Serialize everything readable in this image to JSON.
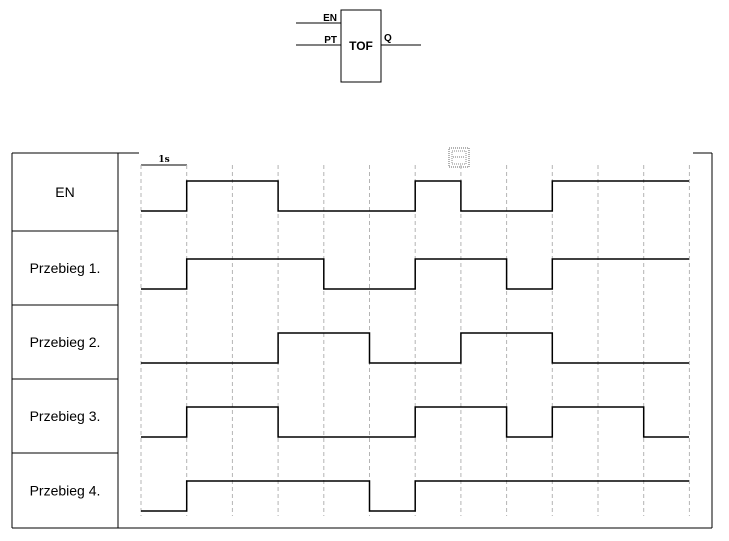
{
  "block": {
    "name": "TOF",
    "inputs": [
      "EN",
      "PT"
    ],
    "output": "Q"
  },
  "timing": {
    "scale_label": "1s",
    "steps": 12,
    "rows": [
      {
        "label": "EN",
        "levels": [
          0,
          1,
          1,
          0,
          0,
          0,
          1,
          0,
          0,
          1,
          1,
          1
        ]
      },
      {
        "label": "Przebieg 1.",
        "levels": [
          0,
          1,
          1,
          1,
          0,
          0,
          1,
          1,
          0,
          1,
          1,
          1
        ]
      },
      {
        "label": "Przebieg 2.",
        "levels": [
          0,
          0,
          0,
          1,
          1,
          0,
          0,
          1,
          1,
          0,
          0,
          0
        ]
      },
      {
        "label": "Przebieg 3.",
        "levels": [
          0,
          1,
          1,
          0,
          0,
          0,
          1,
          1,
          0,
          1,
          1,
          0
        ]
      },
      {
        "label": "Przebieg 4.",
        "levels": [
          0,
          1,
          1,
          1,
          1,
          0,
          1,
          1,
          1,
          1,
          1,
          1
        ]
      }
    ]
  },
  "colors": {
    "line": "#000000",
    "grid": "#b4b4b4",
    "background": "#ffffff"
  }
}
